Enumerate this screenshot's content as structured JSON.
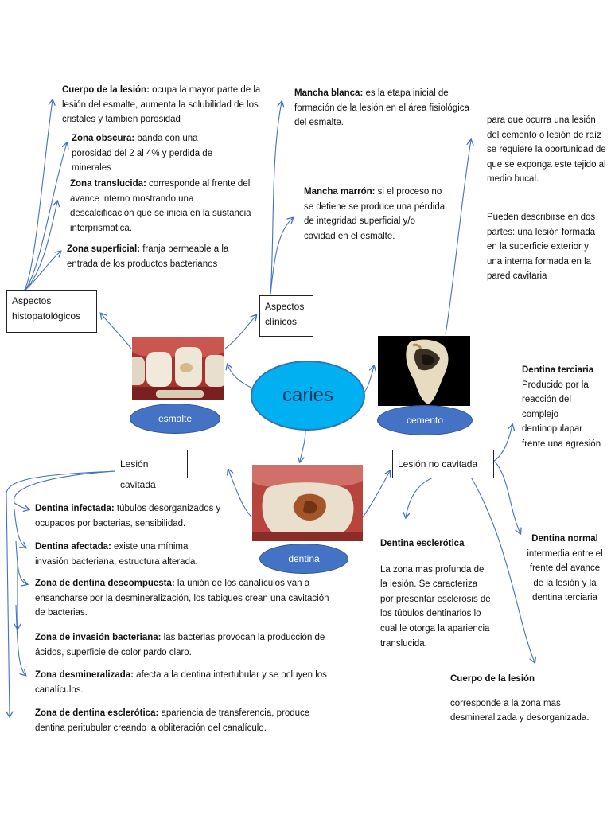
{
  "center": "caries",
  "ovals": {
    "esmalte": "esmalte",
    "cemento": "cemento",
    "dentina": "dentina"
  },
  "boxes": {
    "histo": "Aspectos histopatológicos",
    "clinicos": "Aspectos clínicos",
    "cavitada": "Lesión cavitada",
    "no_cavitada": "Lesión no cavitada"
  },
  "histo": [
    {
      "term": "Cuerpo de la lesión:",
      "text": "  ocupa la mayor parte de la lesión del esmalte, aumenta la solubilidad de los cristales y también porosidad"
    },
    {
      "term": "Zona obscura:",
      "text": " banda con una porosidad del 2 al 4% y perdida de minerales"
    },
    {
      "term": "Zona translucida:",
      "text": " corresponde al frente del avance interno mostrando una descalcificación que se inicia en la sustancia interprismatica."
    },
    {
      "term": "Zona superficial:",
      "text": " franja permeable a la entrada de los productos bacterianos"
    }
  ],
  "clinicos": [
    {
      "term": "Mancha blanca:",
      "text": " es la etapa inicial de formación de la lesión en el área fisiológica del esmalte."
    },
    {
      "term": "Mancha marrón:",
      "text": " si el proceso no se detiene se produce una pérdida de integridad superficial y/o cavidad en el esmalte."
    }
  ],
  "cemento": {
    "p1": "para que ocurra una lesión del cemento o lesión de raíz se requiere la oportunidad de que se exponga este tejido al medio bucal.",
    "p2": "Pueden describirse en dos partes: una lesión formada en la superficie exterior y una interna formada en la pared cavitaria"
  },
  "dentina_terciaria": {
    "title": "Dentina terciaria",
    "text": "Producido por la reacción del complejo dentinopulapar frente una agresión"
  },
  "dentina_normal": {
    "title": "Dentina normal",
    "text": "intermedia entre el frente del avance de la lesión y la dentina terciaria"
  },
  "dentina_esclerotica": {
    "title": "Dentina esclerótica",
    "text": "La zona mas profunda de la lesión. Se caracteriza por presentar esclerosis de los túbulos dentinarios lo cual le otorga la apariencia translucida."
  },
  "cuerpo_lesion": {
    "title": "Cuerpo de la lesión",
    "text": "corresponde a la zona mas desmineralizada y desorganizada."
  },
  "cavitada_items": [
    {
      "term": "Dentina infectada:",
      "text": " túbulos desorganizados y ocupados por bacterias, sensibilidad."
    },
    {
      "term": "Dentina afectada:",
      "text": " existe una mínima invasión bacteriana, estructura alterada."
    },
    {
      "term": "Zona de dentina descompuesta:",
      "text": " la unión de los canalículos van a ensancharse por la desmineralización, los tabiques crean una cavitación de bacterias."
    },
    {
      "term": "Zona de invasión bacteriana:",
      "text": " las bacterias provocan la producción de ácidos, superficie de color pardo claro."
    },
    {
      "term": "Zona desmineralizada:",
      "text": " afecta a la dentina intertubular y se ocluyen los canalículos."
    },
    {
      "term": "Zona de dentina esclerótica:",
      "text": " apariencia de transferencia, produce dentina peritubular creando la obliteración del canalículo."
    }
  ]
}
